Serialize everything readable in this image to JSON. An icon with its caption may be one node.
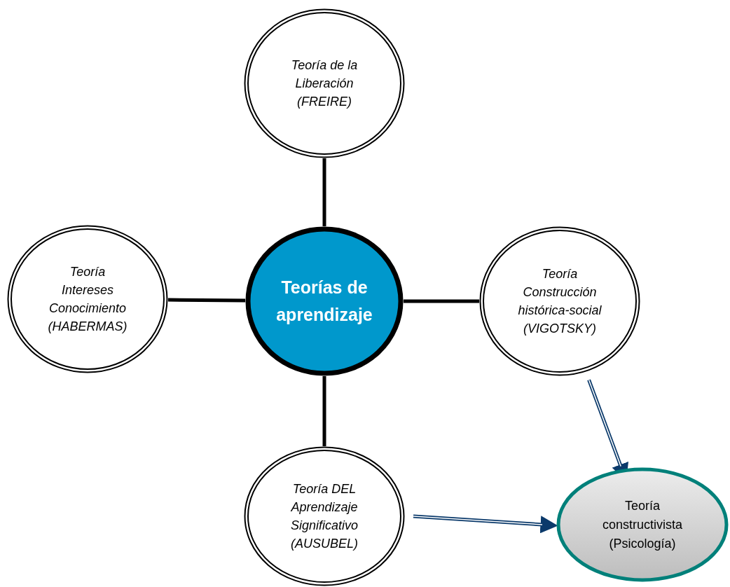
{
  "diagram": {
    "nodes": [
      {
        "text": [
          "Teorías de aprendizaje"
        ]
      },
      {
        "text": [
          "Teoría de la Liberación (FREIRE)"
        ]
      },
      {
        "text": [
          "Teoría Intereses Conocimiento (HABERMAS)"
        ]
      },
      {
        "text": [
          "Teoría Construcción histórica-social (VIGOTSKY)"
        ]
      },
      {
        "text": [
          "Teoría DEL Aprendizaje Significativo (AUSUBEL)"
        ]
      },
      {
        "text": [
          "Teoría constructivista (Psicología)"
        ]
      }
    ],
    "edges": [
      {
        "from": 0,
        "to": 1,
        "arrow": "none"
      },
      {
        "from": 0,
        "to": 2,
        "arrow": "none"
      },
      {
        "from": 0,
        "to": 3,
        "arrow": "none"
      },
      {
        "from": 0,
        "to": 4,
        "arrow": "none"
      },
      {
        "from": 3,
        "to": 5,
        "arrow": "to",
        "color": "#0b3a6b"
      },
      {
        "from": 4,
        "to": 5,
        "arrow": "to",
        "color": "#0b3a6b"
      }
    ]
  }
}
